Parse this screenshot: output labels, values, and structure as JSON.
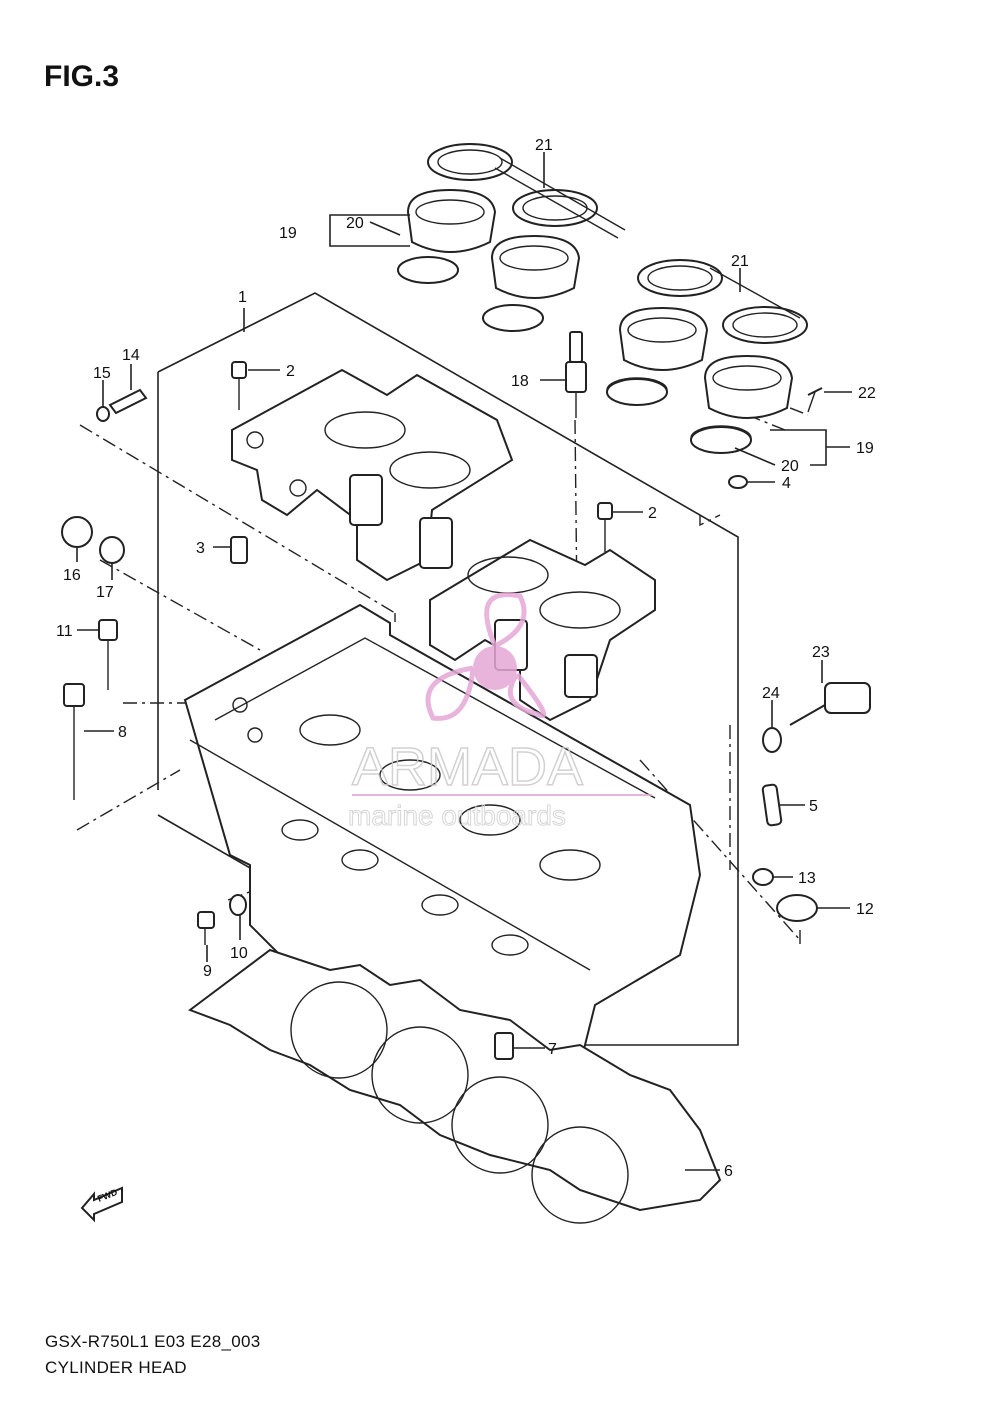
{
  "figure": {
    "title": "FIG.3"
  },
  "footer": {
    "model": "GSX-R750L1 E03 E28_003",
    "name": "CYLINDER HEAD"
  },
  "watermark": {
    "brand": "ARMADA",
    "sub": "marine outboards",
    "color": "#e6a8d7"
  },
  "fwd_badge": "FWD",
  "callouts": {
    "c1": "1",
    "c2a": "2",
    "c2b": "2",
    "c3": "3",
    "c4": "4",
    "c5": "5",
    "c6": "6",
    "c7": "7",
    "c8": "8",
    "c9": "9",
    "c10": "10",
    "c11": "11",
    "c12": "12",
    "c13": "13",
    "c14": "14",
    "c15": "15",
    "c16": "16",
    "c17": "17",
    "c18": "18",
    "c19a": "19",
    "c19b": "19",
    "c20a": "20",
    "c20b": "20",
    "c21a": "21",
    "c21b": "21",
    "c22": "22",
    "c23": "23",
    "c24": "24"
  }
}
